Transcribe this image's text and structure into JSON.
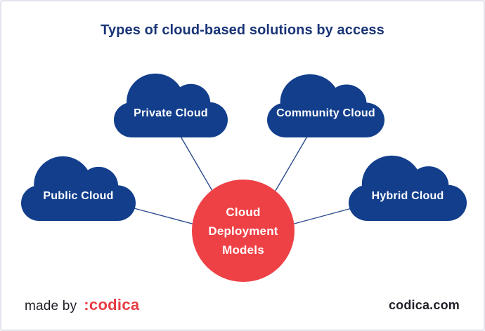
{
  "title": "Types of cloud-based solutions by access",
  "center": {
    "lines": [
      "Cloud",
      "Deployment",
      "Models"
    ]
  },
  "clouds": [
    {
      "label": "Public Cloud"
    },
    {
      "label": "Private Cloud"
    },
    {
      "label": "Community Cloud"
    },
    {
      "label": "Hybrid Cloud"
    }
  ],
  "footer": {
    "made_by": "made by",
    "logo": ":codica",
    "site": "codica.com"
  },
  "colors": {
    "cloud_navy": "#123e8c",
    "title_navy": "#1a3578",
    "connector_blue": "#2b4b8e",
    "circle_red": "#ee4146",
    "logo_red": "#e73c44",
    "footer_dark": "#1f2027",
    "border_gray": "#e4e4ee"
  }
}
